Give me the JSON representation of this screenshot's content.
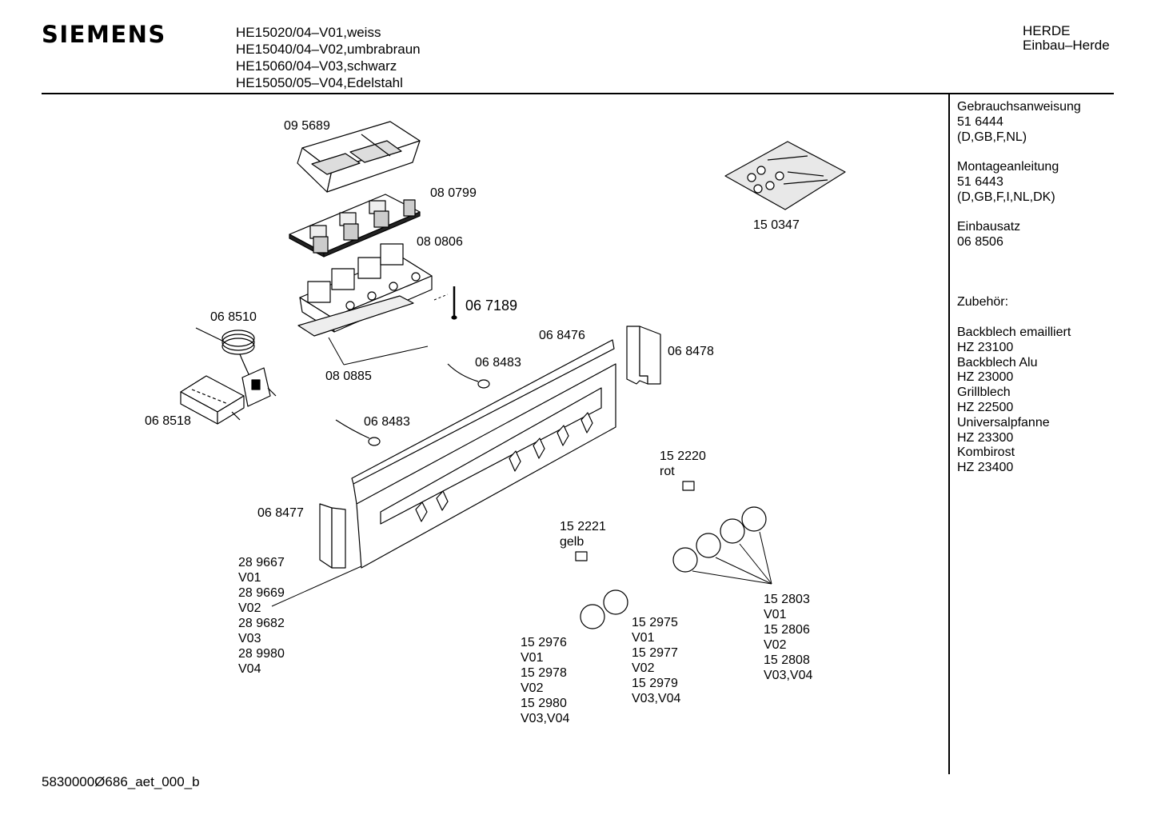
{
  "header": {
    "brand": "SIEMENS",
    "models": [
      "HE15020/04–V01,weiss",
      "HE15040/04–V02,umbrabraun",
      "HE15060/04–V03,schwarz",
      "HE15050/05–V04,Edelstahl"
    ],
    "category": [
      "HERDE",
      "Einbau–Herde"
    ]
  },
  "sidebar": {
    "groups": [
      [
        "Gebrauchsanweisung",
        "51 6444",
        "(D,GB,F,NL)"
      ],
      [
        "Montageanleitung",
        "51 6443",
        "(D,GB,F,I,NL,DK)"
      ],
      [
        "Einbausatz",
        "06 8506"
      ],
      [],
      [
        "Zubehör:"
      ],
      [
        "Backblech emailliert",
        "HZ 23100",
        "Backblech Alu",
        "HZ 23000",
        "Grillblech",
        "HZ 22500",
        "Universalpfanne",
        "HZ 23300",
        "Kombirost",
        "HZ 23400"
      ]
    ]
  },
  "parts": {
    "p095689": [
      "09 5689"
    ],
    "p080799": [
      "08 0799"
    ],
    "p080806": [
      "08 0806"
    ],
    "p067189": [
      "06 7189"
    ],
    "p080885": [
      "08 0885"
    ],
    "p068510": [
      "06 8510"
    ],
    "p068518": [
      "06 8518"
    ],
    "p150347": [
      "15 0347"
    ],
    "p068476": [
      "06 8476"
    ],
    "p068478": [
      "06 8478"
    ],
    "p068483a": [
      "06 8483"
    ],
    "p068483b": [
      "06 8483"
    ],
    "p152220": [
      "15 2220",
      "rot"
    ],
    "p068477": [
      "06 8477"
    ],
    "p152221": [
      "15 2221",
      "gelb"
    ],
    "p_panel": [
      "28 9667",
      "V01",
      "28 9669",
      "V02",
      "28 9682",
      "V03",
      "28 9980",
      "V04"
    ],
    "p_knob_large": [
      "15 2803",
      "V01",
      "15 2806",
      "V02",
      "15 2808",
      "V03,V04"
    ],
    "p_knob_a": [
      "15 2975",
      "V01",
      "15 2977",
      "V02",
      "15 2979",
      "V03,V04"
    ],
    "p_knob_b": [
      "15 2976",
      "V01",
      "15 2978",
      "V02",
      "15 2980",
      "V03,V04"
    ]
  },
  "footer": {
    "code": "5830000Ø686_aet_000_b"
  }
}
